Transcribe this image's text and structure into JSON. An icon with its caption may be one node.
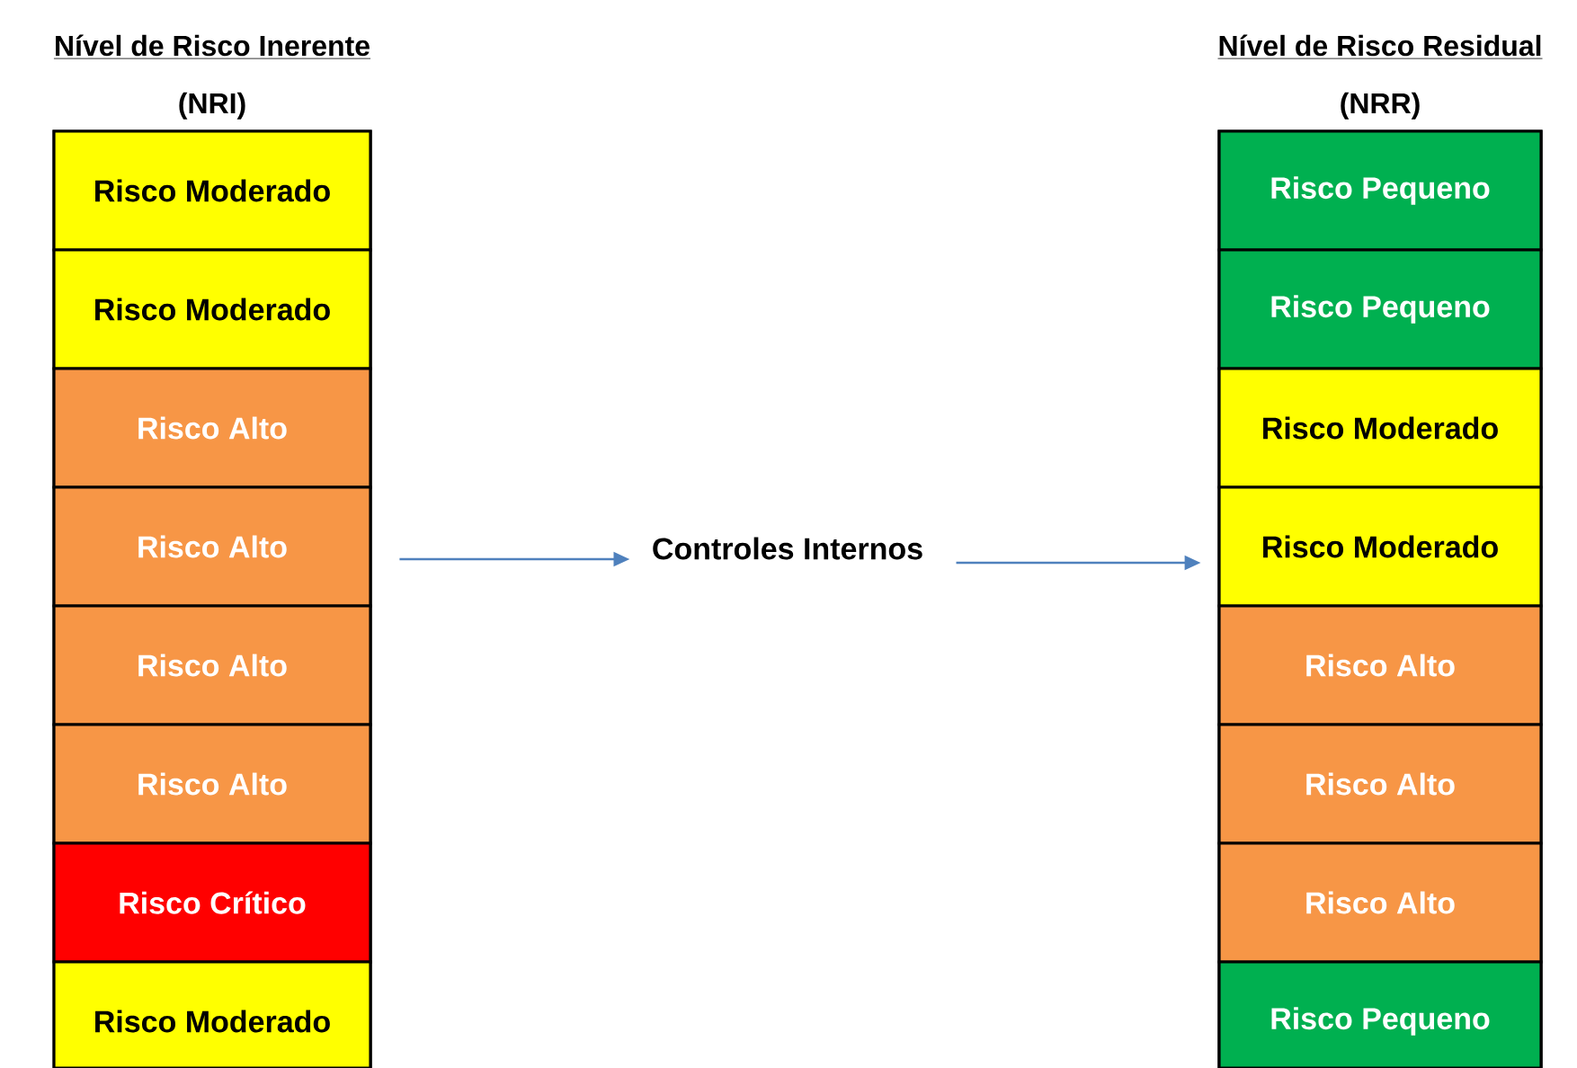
{
  "diagram": {
    "nodes": [
      {
        "text": [
          "Nível de Risco Inerente",
          "(NRI)"
        ]
      },
      {
        "text": [
          "Risco Moderado"
        ],
        "in": 0
      },
      {
        "text": [
          "Risco Moderado"
        ],
        "in": 0
      },
      {
        "text": [
          "Risco Alto"
        ],
        "in": 0
      },
      {
        "text": [
          "Risco Alto"
        ],
        "in": 0
      },
      {
        "text": [
          "Risco Alto"
        ],
        "in": 0
      },
      {
        "text": [
          "Risco Alto"
        ],
        "in": 0
      },
      {
        "text": [
          "Risco Crítico"
        ],
        "in": 0
      },
      {
        "text": [
          "Risco Moderado"
        ],
        "in": 0
      },
      {
        "text": [
          "Controles Internos"
        ]
      },
      {
        "text": [
          "Nível de Risco Residual",
          "(NRR)"
        ]
      },
      {
        "text": [
          "Risco Pequeno"
        ],
        "in": 10
      },
      {
        "text": [
          "Risco Pequeno"
        ],
        "in": 10
      },
      {
        "text": [
          "Risco Moderado"
        ],
        "in": 10
      },
      {
        "text": [
          "Risco Moderado"
        ],
        "in": 10
      },
      {
        "text": [
          "Risco Alto"
        ],
        "in": 10
      },
      {
        "text": [
          "Risco Alto"
        ],
        "in": 10
      },
      {
        "text": [
          "Risco Alto"
        ],
        "in": 10
      },
      {
        "text": [
          "Risco Pequeno"
        ],
        "in": 10
      }
    ],
    "edges": [
      {
        "from": 0,
        "to": 9,
        "arrow": "to"
      },
      {
        "from": 9,
        "to": 10,
        "arrow": "to"
      }
    ]
  }
}
